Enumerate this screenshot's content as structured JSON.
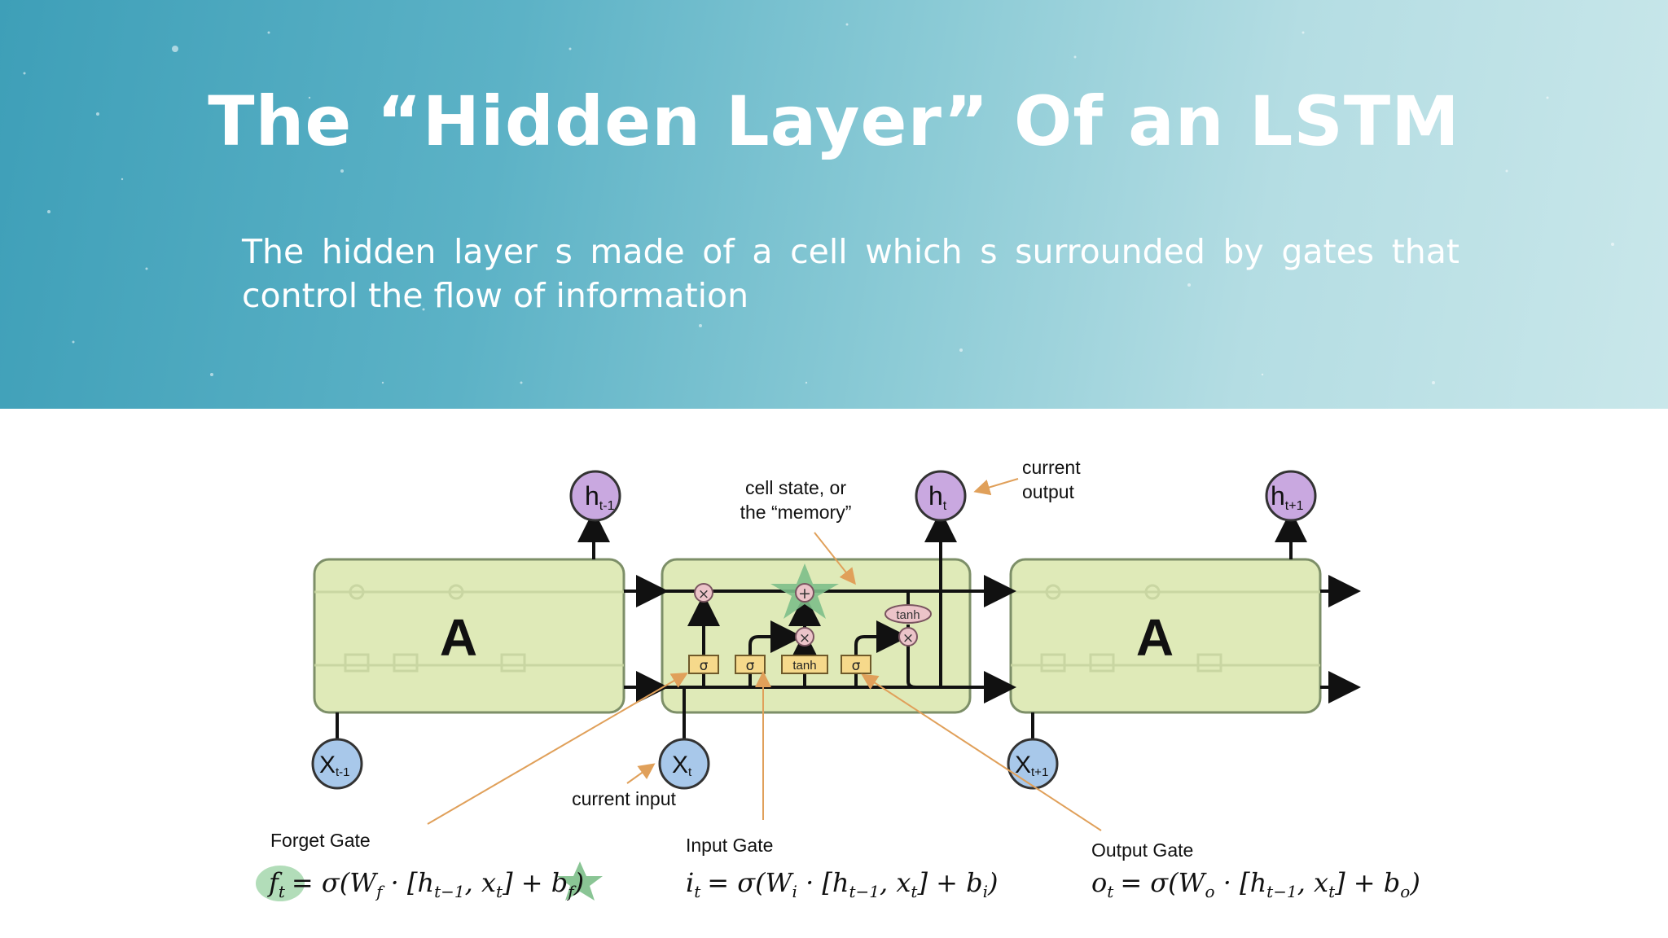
{
  "slide": {
    "title": "The “Hidden Layer” Of an LSTM",
    "subtitle": "The hidden layer s made of a cell which s surrounded by gates that control the flow of information"
  },
  "diagram": {
    "cells": {
      "left_label": "A",
      "right_label": "A"
    },
    "outputs": [
      {
        "main": "h",
        "sub": "t-1"
      },
      {
        "main": "h",
        "sub": "t"
      },
      {
        "main": "h",
        "sub": "t+1"
      }
    ],
    "inputs": [
      {
        "main": "X",
        "sub": "t-1"
      },
      {
        "main": "X",
        "sub": "t"
      },
      {
        "main": "X",
        "sub": "t+1"
      }
    ],
    "gates": {
      "sigma": "σ",
      "tanh": "tanh",
      "times": "×",
      "plus": "+"
    },
    "annotations": {
      "cell_state_line1": "cell state, or",
      "cell_state_line2": "the “memory”",
      "current_output_line1": "current",
      "current_output_line2": "output",
      "current_input": "current input"
    },
    "equations": {
      "forget": {
        "label": "Forget Gate",
        "lhs": "f",
        "lhs_sub": "t",
        "rhs": "= σ(W",
        "w_sub": "f",
        "mid": " · [h",
        "h_sub": "t−1",
        "x": ", x",
        "x_sub": "t",
        "b": "] + b",
        "b_sub": "f",
        "end": ")"
      },
      "input": {
        "label": "Input Gate",
        "lhs": "i",
        "lhs_sub": "t",
        "rhs": "= σ(W",
        "w_sub": "i",
        "mid": " · [h",
        "h_sub": "t−1",
        "x": ", x",
        "x_sub": "t",
        "b": "] + b",
        "b_sub": "i",
        "end": ")"
      },
      "output": {
        "label": "Output Gate",
        "lhs": "o",
        "lhs_sub": "t",
        "rhs": "= σ(W",
        "w_sub": "o",
        "mid": " · [h",
        "h_sub": "t−1",
        "x": ", x",
        "x_sub": "t",
        "b": "] + b",
        "b_sub": "o",
        "end": ")"
      }
    },
    "colors": {
      "cell_fill": "#dfeab8",
      "cell_stroke": "#7d8f68",
      "output_node": "#c9a8e0",
      "input_node": "#a8c8ea",
      "gate_fill": "#f6d98b",
      "op_fill": "#ecc4c9",
      "annotation_arrow": "#e0a05a",
      "highlight": "#7dbf8a"
    }
  }
}
